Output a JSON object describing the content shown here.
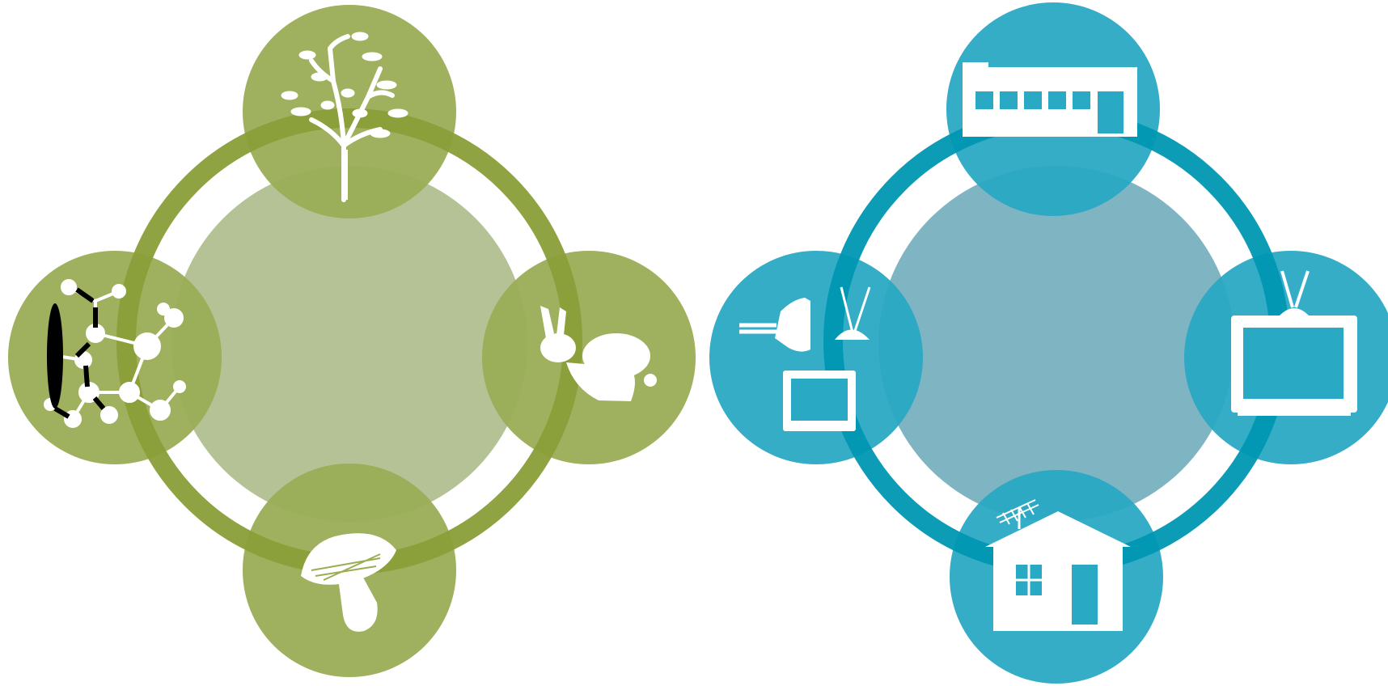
{
  "diagrams": [
    {
      "id": "nature-cycle",
      "colors": {
        "ring": "#8a9e38",
        "node": "#9aad55",
        "center": "#b5c296",
        "icon": "#ffffff"
      },
      "nodes": [
        {
          "position": "top",
          "icon": "tree-icon"
        },
        {
          "position": "right",
          "icon": "rabbit-icon"
        },
        {
          "position": "bottom",
          "icon": "mushroom-icon"
        },
        {
          "position": "left",
          "icon": "molecule-icon"
        }
      ]
    },
    {
      "id": "technology-cycle",
      "colors": {
        "ring": "#0097b2",
        "node": "#2aa9c4",
        "center": "#7fb5c2",
        "icon": "#ffffff"
      },
      "nodes": [
        {
          "position": "top",
          "icon": "factory-icon"
        },
        {
          "position": "right",
          "icon": "television-icon"
        },
        {
          "position": "bottom",
          "icon": "house-antenna-icon"
        },
        {
          "position": "left",
          "icon": "plug-tv-icon"
        }
      ]
    }
  ]
}
